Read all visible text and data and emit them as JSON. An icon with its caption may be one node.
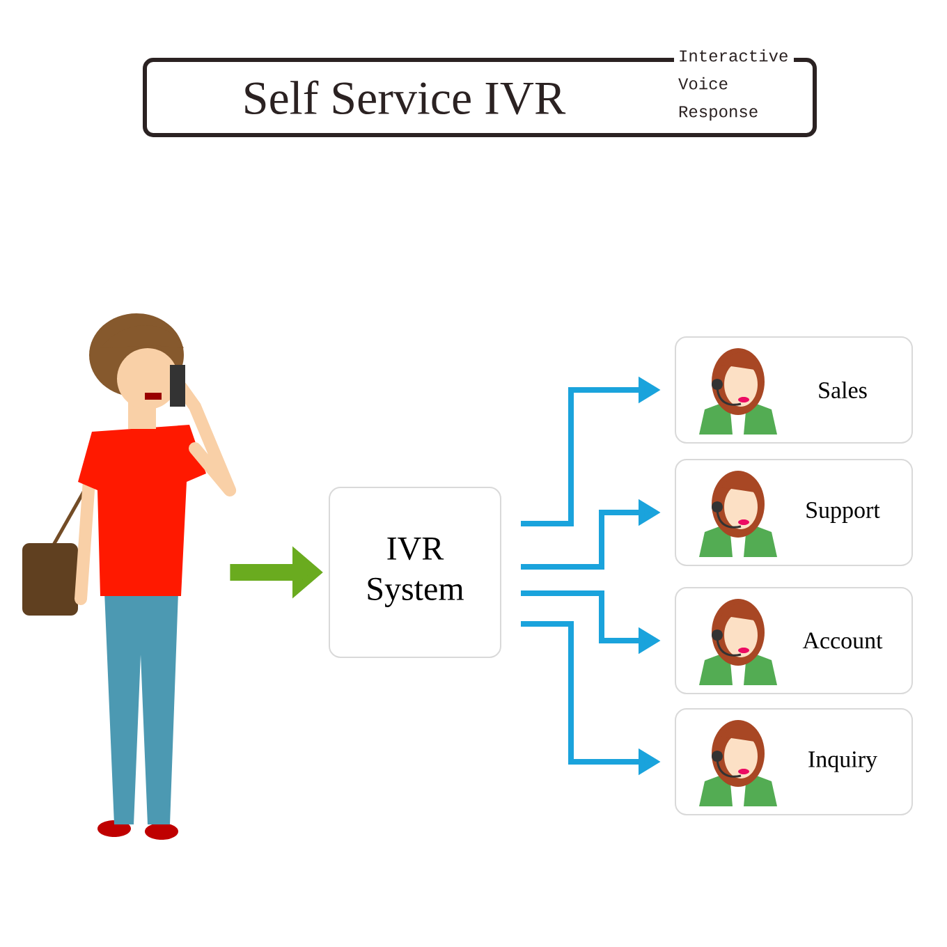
{
  "diagram": {
    "title": "Self Service IVR",
    "nodes": [
      {
        "text": [],
        "shape": "person"
      },
      {
        "text": [
          "IVR System"
        ]
      },
      {
        "text": [
          "Sales"
        ]
      },
      {
        "text": [
          "Support"
        ]
      },
      {
        "text": [
          "Account"
        ]
      },
      {
        "text": [
          "Inquiry"
        ]
      }
    ],
    "edges": [
      {
        "from": 0,
        "to": 1,
        "arrow": "to",
        "style": "thick",
        "color": "#6aab1f"
      },
      {
        "from": 1,
        "to": 2,
        "arrow": "to"
      },
      {
        "from": 1,
        "to": 3,
        "arrow": "to"
      },
      {
        "from": 1,
        "to": 4,
        "arrow": "to"
      },
      {
        "from": 1,
        "to": 5,
        "arrow": "to"
      }
    ],
    "labels": [
      "Interactive Voice Response"
    ]
  }
}
